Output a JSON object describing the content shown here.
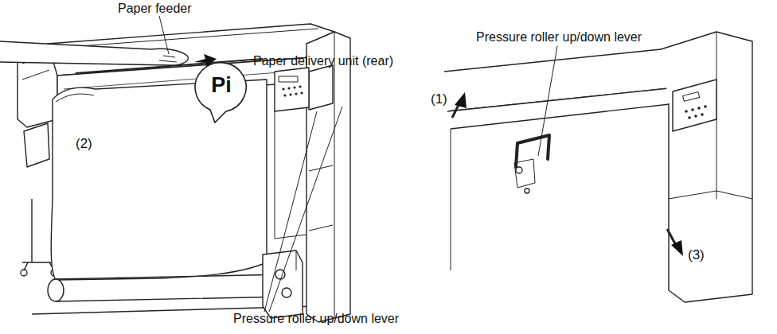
{
  "diagram": {
    "nodes": [
      {
        "text": [
          "Pi"
        ]
      }
    ],
    "labels": [
      "Paper feeder",
      "Pressure roller up/down lever",
      "Paper delivery unit (rear)",
      "(1)",
      "(2)",
      "(3)",
      "Pressure roller up/down lever"
    ]
  }
}
